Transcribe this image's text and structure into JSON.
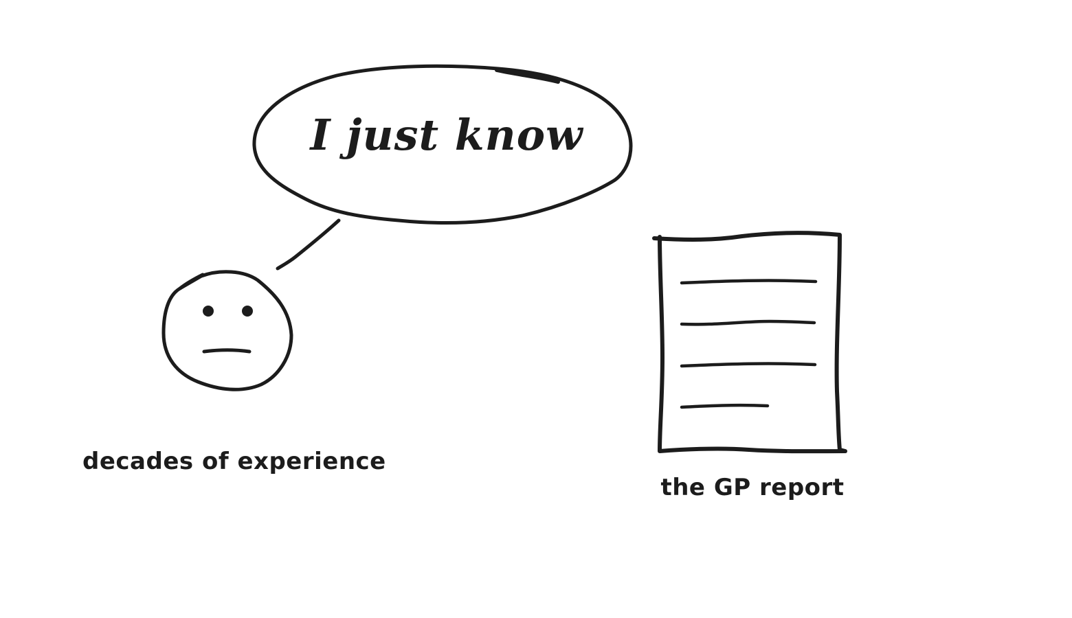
{
  "diagram": {
    "speech_bubble": {
      "text": "I just know"
    },
    "person": {
      "label": "decades of experience"
    },
    "report": {
      "label": "the GP report"
    }
  },
  "colors": {
    "ink": "#1c1c1c",
    "background": "#ffffff"
  }
}
